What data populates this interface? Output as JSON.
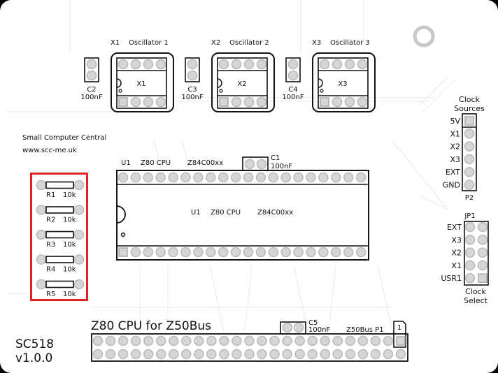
{
  "board": {
    "name": "SC518",
    "version": "v1.0.0",
    "title": "Z80 CPU for Z50Bus",
    "maker": "Small Computer Central",
    "url": "www.scc-me.uk"
  },
  "oscillators": [
    {
      "ref": "X1",
      "title": "Oscillator 1",
      "cap_ref": "C2",
      "cap_value": "100nF"
    },
    {
      "ref": "X2",
      "title": "Oscillator 2",
      "cap_ref": "C3",
      "cap_value": "100nF"
    },
    {
      "ref": "X3",
      "title": "Oscillator 3",
      "cap_ref": "C4",
      "cap_value": "100nF"
    }
  ],
  "cpu": {
    "ref": "U1",
    "name": "Z80 CPU",
    "part": "Z84C00xx",
    "pins_per_row": 20,
    "cap_ref": "C1",
    "cap_value": "100nF"
  },
  "resistors": [
    {
      "ref": "R1",
      "value": "10k"
    },
    {
      "ref": "R2",
      "value": "10k"
    },
    {
      "ref": "R3",
      "value": "10k"
    },
    {
      "ref": "R4",
      "value": "10k"
    },
    {
      "ref": "R5",
      "value": "10k"
    }
  ],
  "clock_sources": {
    "title_1": "Clock",
    "title_2": "Sources",
    "ref": "P2",
    "pins": [
      "5V",
      "X1",
      "X2",
      "X3",
      "EXT",
      "GND"
    ]
  },
  "clock_select": {
    "ref": "JP1",
    "title_1": "Clock",
    "title_2": "Select",
    "pins": [
      "EXT",
      "X3",
      "X2",
      "X1",
      "USR1"
    ]
  },
  "bus": {
    "ref": "Z50Bus P1",
    "pin1_label": "1",
    "columns": 25,
    "cap_ref": "C5",
    "cap_value": "100nF"
  },
  "highlight_color": "#e02424"
}
